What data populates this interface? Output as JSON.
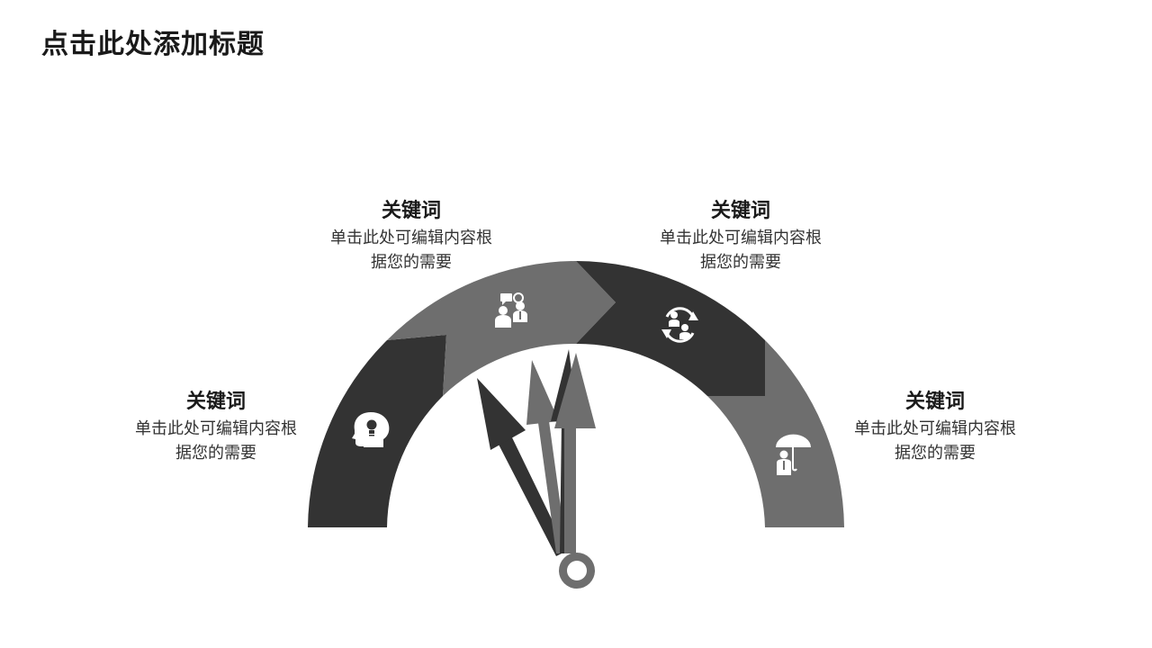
{
  "title": "点击此处添加标题",
  "items": [
    {
      "keyword": "关键词",
      "desc_line1": "单击此处可编辑内容根",
      "desc_line2": "据您的需要",
      "icon": "lightbulb-head-icon"
    },
    {
      "keyword": "关键词",
      "desc_line1": "单击此处可编辑内容根",
      "desc_line2": "据您的需要",
      "icon": "people-chat-icon"
    },
    {
      "keyword": "关键词",
      "desc_line1": "单击此处可编辑内容根",
      "desc_line2": "据您的需要",
      "icon": "people-cycle-icon"
    },
    {
      "keyword": "关键词",
      "desc_line1": "单击此处可编辑内容根",
      "desc_line2": "据您的需要",
      "icon": "umbrella-person-icon"
    }
  ],
  "colors": {
    "dark": "#333333",
    "mid": "#6e6e6e",
    "text": "#1a1a1a"
  }
}
